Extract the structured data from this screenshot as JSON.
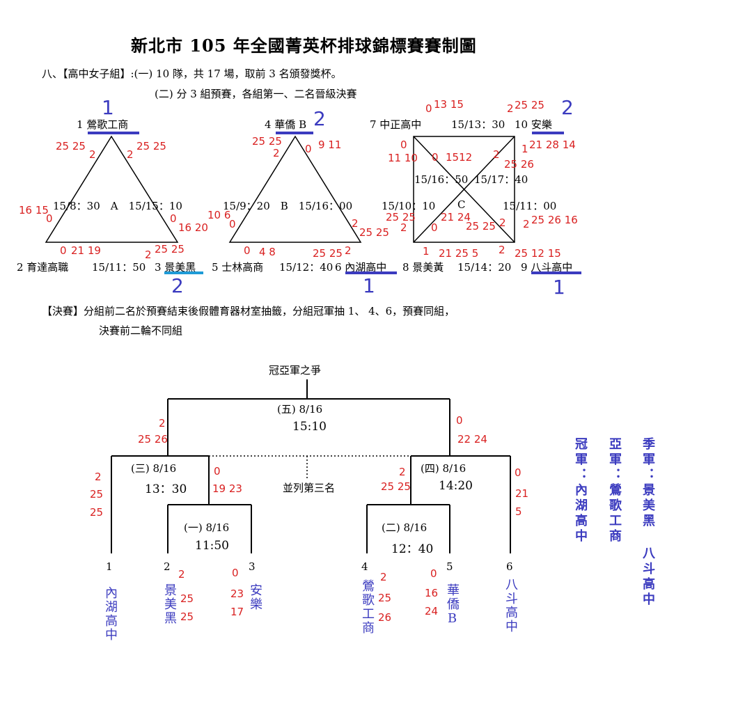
{
  "title": "新北市 105 年全國菁英杯排球錦標賽賽制圖",
  "intro": {
    "line1": "八、【高中女子組】:(一) 10 隊，共 17 場，取前 3 名頒發獎杯。",
    "line2": "(二) 分 3 組預賽，各組第一、二名晉級決賽"
  },
  "groupA": {
    "team1": "1 鶯歌工商",
    "team2": "2 育達高職",
    "team3": "3 景美黑",
    "center": "15/8：30　A　15/15：10",
    "bottom_time": "15/11：50",
    "rank_t1": "1",
    "rank_t3": "2",
    "s_left_top": "25 25",
    "s_left_top_sets": "2",
    "s_right_top_sets": "2",
    "s_right_top": "25 25",
    "s_left_mid": "16 15",
    "s_left_mid_sets": "0",
    "s_right_mid_sets": "0",
    "s_right_mid": "16 20",
    "s_bot_left_sets": "0",
    "s_bot_left": "21 19",
    "s_bot_right_sets": "2",
    "s_bot_right": "25 25"
  },
  "groupB": {
    "team4": "4 華僑 B",
    "team5": "5 士林高商",
    "team6": "6 內湖高中",
    "center": "15/9：20　B　15/16：00",
    "bottom_time": "15/12：40",
    "rank_t4": "2",
    "rank_t6": "1",
    "s_left_top": "25 25",
    "s_left_top_sets": "2",
    "s_right_top_sets": "0",
    "s_right_top": "9 11",
    "s_left_mid": "10 6",
    "s_left_mid_sets": "0",
    "s_right_mid_sets": "2",
    "s_right_mid": "25 25",
    "s_bot_left_sets": "0",
    "s_bot_left": "4 8",
    "s_bot_right": "25 25",
    "s_bot_right_sets": "2"
  },
  "groupC": {
    "team7": "7 中正高中",
    "team8": "8 景美黃",
    "team9": "9 八斗高中",
    "team10": "10 安樂",
    "top_time": "15/13：30",
    "bottom_time": "15/14：20",
    "t1": "15/16：50",
    "t2": "15/17：40",
    "t3": "15/10：10",
    "c_label": "C",
    "t4": "15/11：00",
    "rank_t10": "2",
    "rank_t9": "1",
    "s_top_sets": "0",
    "s_top": "13 15",
    "s_top2_sets": "2",
    "s_top2": "25 25",
    "s_tl_sets": "0",
    "s_tl": "11 10",
    "s_x1_sets": "0",
    "s_x1": "1512",
    "s_x1b_sets": "2",
    "s_x1b": "25 26",
    "s_tr_sets": "1",
    "s_tr": "21 28 14",
    "s_ml": "25 25",
    "s_ml_sets": "2",
    "s_mc_sets": "0",
    "s_mc": "21 24",
    "s_mc2": "25 25",
    "s_mc2_sets": "2",
    "s_mr_sets": "2",
    "s_mr": "25 26 16",
    "s_bl_sets": "1",
    "s_bl": "21 25 5",
    "s_br_sets": "2",
    "s_br": "25 12 15"
  },
  "finals_note": {
    "line1": "【決賽】分組前二名於預賽結束後假體育器材室抽籤，分組冠軍抽 1、 4、6，預賽同組，",
    "line2": "決賽前二輪不同組"
  },
  "bracket": {
    "final_label": "冠亞軍之爭",
    "m5_date": "(五) 8/16",
    "m5_time": "15:10",
    "m3_date": "(三) 8/16",
    "m3_time": "13：30",
    "m4_date": "(四) 8/16",
    "m4_time": "14:20",
    "m1_date": "(一) 8/16",
    "m1_time": "11:50",
    "m2_date": "(二) 8/16",
    "m2_time": "12：40",
    "third_place": "並列第三名",
    "seeds": [
      "1",
      "2",
      "3",
      "4",
      "5",
      "6"
    ],
    "teams": [
      "內湖高中",
      "景美黑",
      "安樂",
      "鶯歌工商",
      "華僑B",
      "八斗高中"
    ],
    "s_m5_left_sets": "2",
    "s_m5_left": "25 26",
    "s_m5_right_sets": "0",
    "s_m5_right": "22 24",
    "s_m3_left_sets": "2",
    "s_m3_left_a": "25",
    "s_m3_left_b": "25",
    "s_m3_right_sets": "0",
    "s_m3_right": "19 23",
    "s_m4_left_sets": "2",
    "s_m4_left": "25 25",
    "s_m4_right_sets": "0",
    "s_m4_right_a": "21",
    "s_m4_right_b": "5",
    "s_t2_sets": "2",
    "s_t2_a": "25",
    "s_t2_b": "25",
    "s_t3_sets": "0",
    "s_t3_a": "23",
    "s_t3_b": "17",
    "s_t4_sets": "2",
    "s_t4_a": "25",
    "s_t4_b": "26",
    "s_t5_sets": "0",
    "s_t5_a": "16",
    "s_t5_b": "24"
  },
  "results": {
    "champion": "冠軍：內湖高中",
    "runner_up": "亞軍：鶯歌工商",
    "third": "季軍：景美黑 八斗高中"
  },
  "colors": {
    "red": "#d92020",
    "blue": "#3b3bbf",
    "underline": "#3b3bbf",
    "underline2": "#1e9bd7"
  }
}
